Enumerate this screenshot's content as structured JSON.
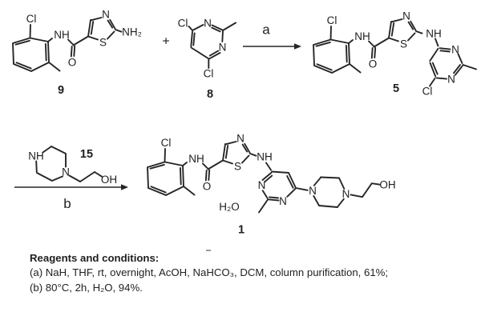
{
  "core_fragment": {
    "atoms": {
      "cl": "Cl",
      "nh": "NH",
      "o": "O",
      "n": "N",
      "s": "S"
    }
  },
  "compounds": {
    "c9": {
      "number": "9",
      "atoms": {
        "nh2": "NH₂"
      }
    },
    "c8": {
      "number": "8",
      "atoms": {
        "cl_top": "Cl",
        "n_top": "N",
        "n_right": "N",
        "cl_bottom": "Cl"
      }
    },
    "c5": {
      "number": "5",
      "atoms": {
        "nh_link": "NH",
        "n3": "N",
        "n1": "N",
        "cl": "Cl"
      }
    },
    "c15": {
      "number": "15",
      "atoms": {
        "nh": "NH",
        "n": "N",
        "oh": "OH"
      }
    },
    "c1": {
      "number": "1",
      "atoms": {
        "nh_link": "NH",
        "n3": "N",
        "n1": "N",
        "n_pip_left": "N",
        "n_pip_right": "N",
        "oh": "OH",
        "hydrate": "H₂O"
      }
    }
  },
  "reactions": {
    "plus": "+",
    "step_a": "a",
    "step_b": "b"
  },
  "footer": {
    "heading": "Reagents and conditions:",
    "line_a": "(a) NaH, THF, rt, overnight, AcOH, NaHCO₃, DCM, column purification, 61%;",
    "line_b": "(b) 80°C, 2h, H₂O, 94%."
  },
  "colors": {
    "ink": "#262626",
    "background": "#ffffff"
  }
}
